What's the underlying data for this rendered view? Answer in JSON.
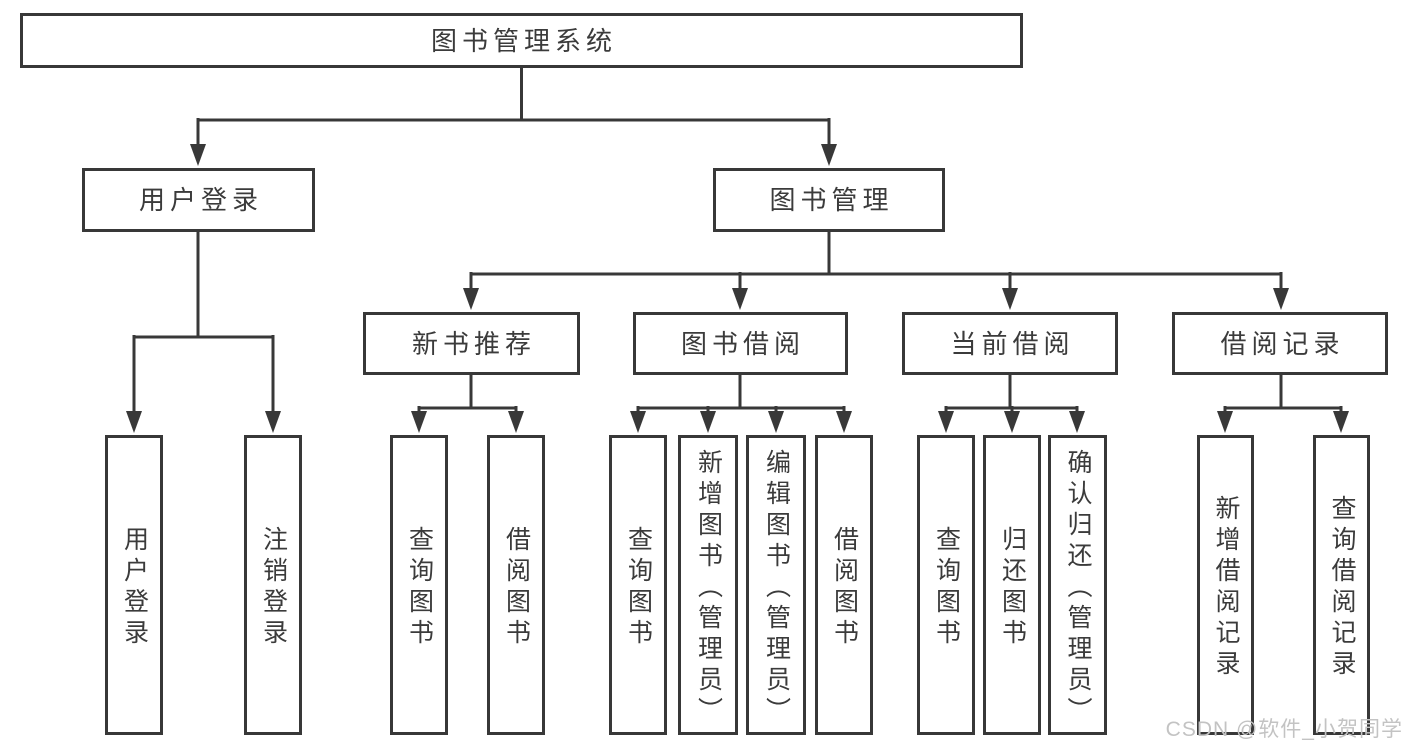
{
  "diagram": {
    "root": {
      "label": "图书管理系统"
    },
    "branches": [
      {
        "label": "用户登录",
        "leaves": [
          {
            "label": "用户登录"
          },
          {
            "label": "注销登录"
          }
        ]
      },
      {
        "label": "图书管理",
        "groups": [
          {
            "label": "新书推荐",
            "leaves": [
              {
                "label": "查询图书"
              },
              {
                "label": "借阅图书"
              }
            ]
          },
          {
            "label": "图书借阅",
            "leaves": [
              {
                "label": "查询图书"
              },
              {
                "label": "新增图书（管理员）"
              },
              {
                "label": "编辑图书（管理员）"
              },
              {
                "label": "借阅图书"
              }
            ]
          },
          {
            "label": "当前借阅",
            "leaves": [
              {
                "label": "查询图书"
              },
              {
                "label": "归还图书"
              },
              {
                "label": "确认归还（管理员）"
              }
            ]
          },
          {
            "label": "借阅记录",
            "leaves": [
              {
                "label": "新增借阅记录"
              },
              {
                "label": "查询借阅记录"
              }
            ]
          }
        ]
      }
    ]
  },
  "watermark": {
    "text": "CSDN @软件_小贺同学"
  }
}
